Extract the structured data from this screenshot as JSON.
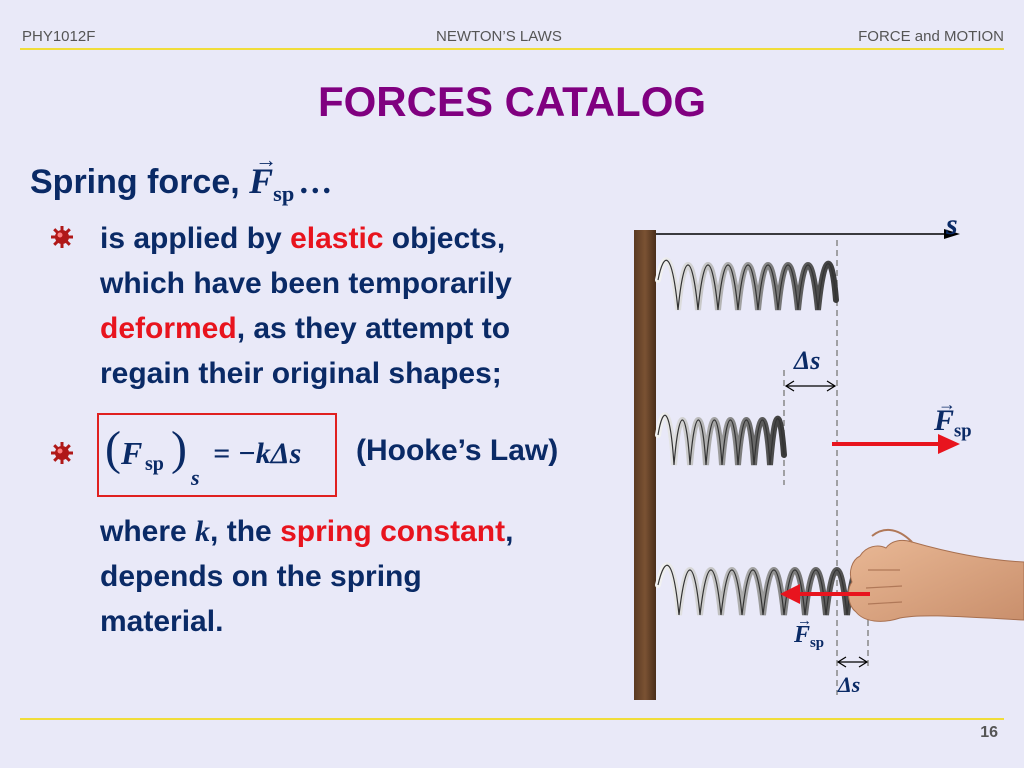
{
  "header": {
    "course": "PHY1012F",
    "topic": "NEWTON’S LAWS",
    "section": "FORCE and MOTION"
  },
  "title": "FORCES CATALOG",
  "heading": {
    "text": "Spring force, ",
    "symbol": "F",
    "subscript": "sp",
    "ellipsis": "…"
  },
  "bullet1": {
    "part1": "is applied by ",
    "elastic": "elastic",
    "part2": " objects,",
    "line2": "which have been temporarily",
    "deformed": "deformed",
    "part3": ", as they attempt to",
    "line4": "regain their original shapes;"
  },
  "equation": {
    "lparen": "(",
    "symbol": "F",
    "subscript": "sp",
    "rparen": ")",
    "axis": "s",
    "rhs": "= −kΔs"
  },
  "hooke_label": "(Hooke’s Law)",
  "where": {
    "part1": "where ",
    "k": "k",
    "part2": ", the ",
    "spring_constant": "spring constant",
    "part3": ",",
    "line2": "depends on the spring",
    "line3": "material."
  },
  "diagram": {
    "axis_label": "s",
    "delta_label_1": "Δs",
    "force_label_1": {
      "symbol": "F",
      "subscript": "sp"
    },
    "force_label_2": {
      "symbol": "F",
      "subscript": "sp"
    },
    "delta_label_2": "Δs"
  },
  "page_number": "16",
  "colors": {
    "title": "#800080",
    "text": "#0a2a66",
    "highlight": "#e8141e",
    "rule": "#f0dd3a",
    "background": "#e9e9f8"
  }
}
